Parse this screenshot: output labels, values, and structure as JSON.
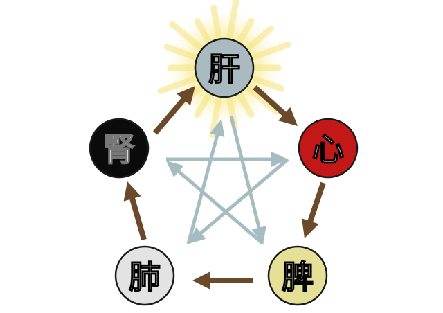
{
  "nodes": [
    {
      "id": "liver",
      "label": "肝",
      "fill": "#a9bbc0",
      "text_color": "#ffffff",
      "stroke_text": "#000000"
    },
    {
      "id": "heart",
      "label": "心",
      "fill": "#c41818",
      "text_color": "#ffffff",
      "stroke_text": "#000000"
    },
    {
      "id": "spleen",
      "label": "脾",
      "fill": "#e6df98",
      "text_color": "#ffffff",
      "stroke_text": "#000000"
    },
    {
      "id": "lung",
      "label": "肺",
      "fill": "#e3e3e3",
      "text_color": "#ffffff",
      "stroke_text": "#000000"
    },
    {
      "id": "kidney",
      "label": "腎",
      "fill": "#0b0b0b",
      "text_color": "#ffffff",
      "stroke_text": "#777777"
    }
  ],
  "colors": {
    "generating_arrow": "#6b4a2b",
    "controlling_arrow": "#a6bcc3",
    "glow": "#f4e27a",
    "node_outline": "#1a1a1a"
  },
  "generating_cycle": [
    [
      "liver",
      "heart"
    ],
    [
      "heart",
      "spleen"
    ],
    [
      "spleen",
      "lung"
    ],
    [
      "lung",
      "kidney"
    ],
    [
      "kidney",
      "liver"
    ]
  ],
  "controlling_cycle": [
    [
      "liver",
      "spleen"
    ],
    [
      "spleen",
      "kidney"
    ],
    [
      "kidney",
      "heart"
    ],
    [
      "heart",
      "lung"
    ],
    [
      "lung",
      "liver"
    ]
  ],
  "highlighted": "liver"
}
